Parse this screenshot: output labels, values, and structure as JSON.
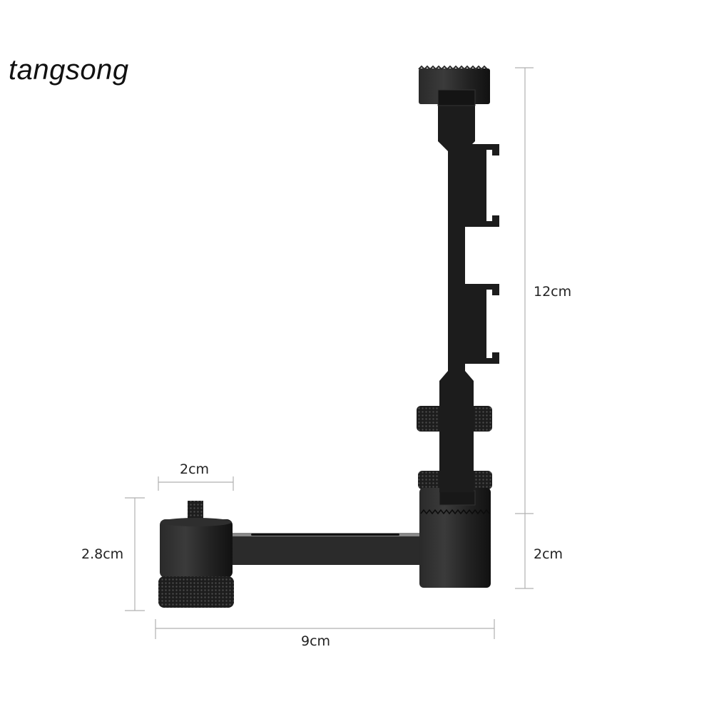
{
  "watermark": "tangsong",
  "dimensions": {
    "vertical_height": "12cm",
    "base_height": "2cm",
    "screw_width": "2cm",
    "mount_height": "2.8cm",
    "total_width": "9cm"
  },
  "colors": {
    "metal": "#1c1c1c",
    "metal_highlight": "#3a3a3a",
    "dimension_line": "#b0b0b0",
    "text": "#222222"
  }
}
